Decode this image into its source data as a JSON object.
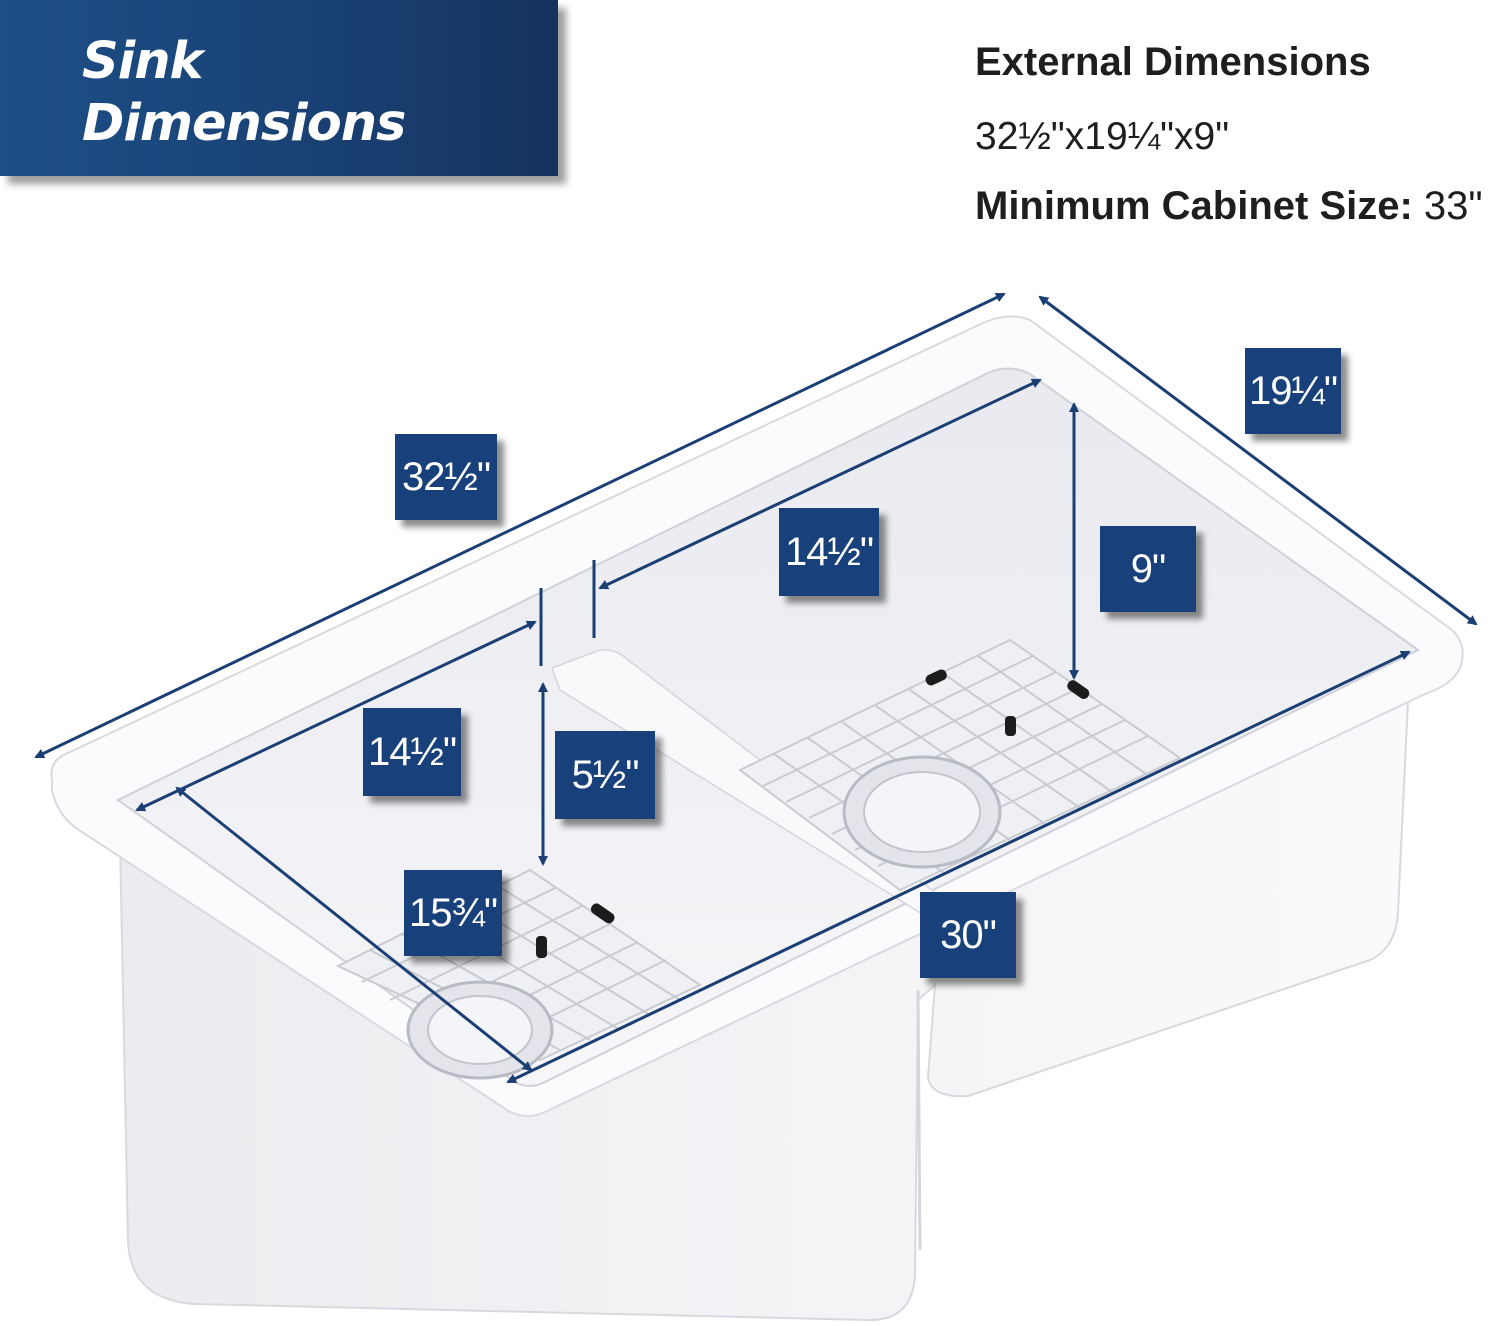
{
  "header": {
    "title_line1": "Sink",
    "title_line2": "Dimensions"
  },
  "specs": {
    "heading": "External Dimensions",
    "external": "32½\"x19¼\"x9\"",
    "cabinet_label": "Minimum Cabinet Size:",
    "cabinet_value": " 33\""
  },
  "labels": {
    "overall_length": "32½\"",
    "overall_width": "19¼\"",
    "depth": "9\"",
    "right_bowl_width": "14½\"",
    "left_bowl_width": "14½\"",
    "divider_height": "5½\"",
    "left_bowl_length": "15¾\"",
    "right_bowl_length": "30\""
  },
  "colors": {
    "accent": "#18407a",
    "arrow": "#1b3f74",
    "text": "#1e1e1e"
  }
}
